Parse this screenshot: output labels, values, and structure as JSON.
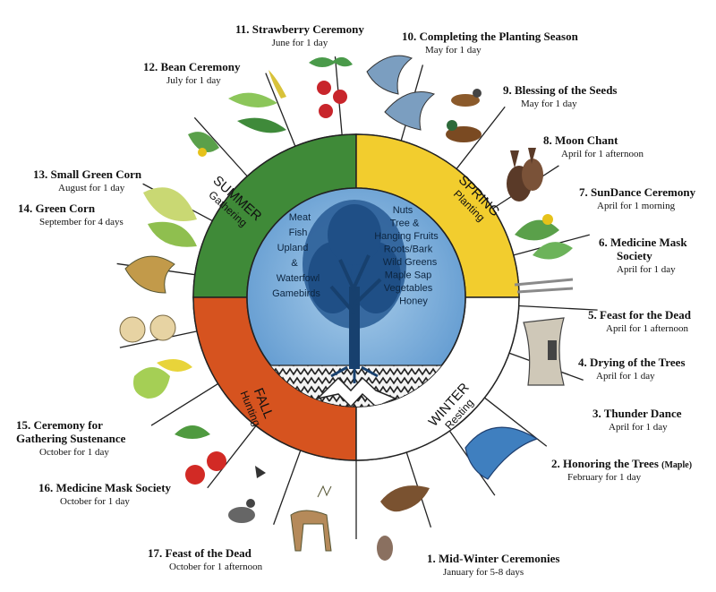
{
  "seasons": {
    "summer": {
      "name": "SUMMER",
      "sub": "Gathering",
      "color": "#3f8a38"
    },
    "spring": {
      "name": "SPRING",
      "sub": "Planting",
      "color": "#f2cd2e"
    },
    "fall": {
      "name": "FALL",
      "sub": "Hunting",
      "color": "#d6531f"
    },
    "winter": {
      "name": "WINTER",
      "sub": "Resting",
      "color": "#ffffff"
    }
  },
  "center": {
    "left_items": [
      "Meat",
      "Fish",
      "Upland",
      "&",
      "Waterfowl",
      "Gamebirds"
    ],
    "right_items": [
      "Nuts",
      "Tree &",
      "Hanging Fruits",
      "Roots/Bark",
      "Wild Greens",
      "Maple Sap",
      "Vegetables",
      "Honey"
    ],
    "circle_color": "#7fb3dc",
    "tree_color": "#1f4f86"
  },
  "ceremonies": [
    {
      "num": "1.",
      "name": "Mid-Winter Ceremonies",
      "time": "January for 5-8 days"
    },
    {
      "num": "2.",
      "name": "Honoring the Trees",
      "extra": "(Maple)",
      "time": "February for 1 day"
    },
    {
      "num": "3.",
      "name": "Thunder Dance",
      "time": "April for 1 day"
    },
    {
      "num": "4.",
      "name": "Drying of the Trees",
      "time": "April for 1 day"
    },
    {
      "num": "5.",
      "name": "Feast for the Dead",
      "time": "April for 1 afternoon"
    },
    {
      "num": "6.",
      "name": "Medicine Mask",
      "name2": "Society",
      "time": "April for 1 day"
    },
    {
      "num": "7.",
      "name": "SunDance Ceremony",
      "time": "April for 1 morning"
    },
    {
      "num": "8.",
      "name": "Moon Chant",
      "time": "April for 1 afternoon"
    },
    {
      "num": "9.",
      "name": "Blessing of the Seeds",
      "time": "May for 1 day"
    },
    {
      "num": "10.",
      "name": "Completing the Planting Season",
      "time": "May for 1 day"
    },
    {
      "num": "11.",
      "name": "Strawberry Ceremony",
      "time": "June for 1 day"
    },
    {
      "num": "12.",
      "name": "Bean Ceremony",
      "time": "July for 1 day"
    },
    {
      "num": "13.",
      "name": "Small Green Corn",
      "time": "August for 1 day"
    },
    {
      "num": "14.",
      "name": "Green Corn",
      "time": "September for 4 days"
    },
    {
      "num": "15.",
      "name": "Ceremony for",
      "name2": "Gathering Sustenance",
      "time": "October for 1 day"
    },
    {
      "num": "16.",
      "name": "Medicine Mask Society",
      "time": "October for 1 day"
    },
    {
      "num": "17.",
      "name": "Feast of the Dead",
      "time": "October for 1 afternoon"
    }
  ]
}
